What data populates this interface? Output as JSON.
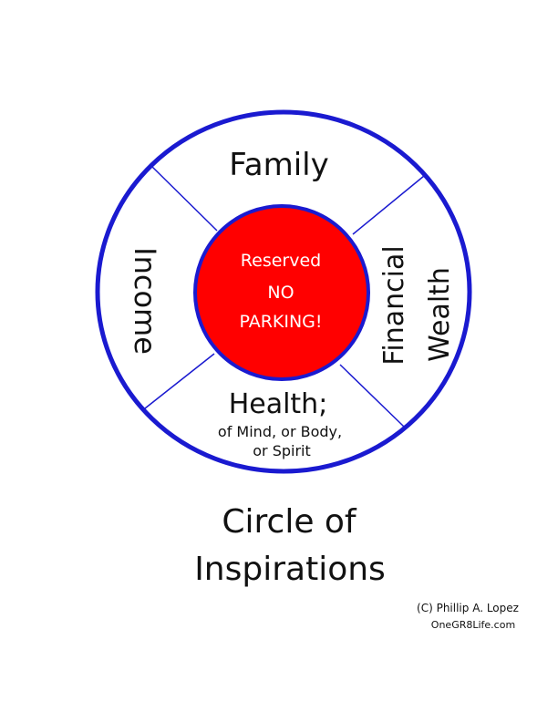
{
  "diagram": {
    "segments": {
      "top": "Family",
      "left": "Income",
      "right_line1": "Financial",
      "right_line2": "Wealth",
      "bottom": "Health;",
      "bottom_sub1": "of Mind, or Body,",
      "bottom_sub2": "or Spirit"
    },
    "center": {
      "line1": "Reserved",
      "line2": "NO",
      "line3": "PARKING!"
    },
    "colors": {
      "ring": "#1a1ad0",
      "center": "#ff0000",
      "center_text": "#ffffff"
    }
  },
  "title": {
    "line1": "Circle of",
    "line2": "Inspirations"
  },
  "credit": {
    "line1": "(C) Phillip A. Lopez",
    "line2": "OneGR8Life.com"
  }
}
